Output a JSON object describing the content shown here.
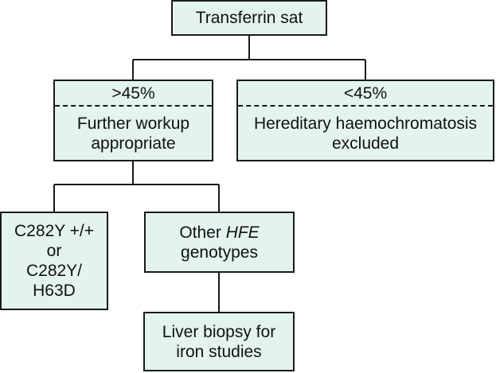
{
  "diagram": {
    "root": {
      "label": "Transferrin sat"
    },
    "branch_high": {
      "threshold": ">45%",
      "text_lines": [
        "Further workup",
        "appropriate"
      ]
    },
    "branch_low": {
      "threshold": "<45%",
      "text_lines": [
        "Hereditary haemochromatosis",
        "excluded"
      ]
    },
    "genotype_c282y": {
      "text_lines": [
        "C282Y +/+",
        "or",
        "C282Y/",
        "H63D"
      ]
    },
    "genotype_other": {
      "line1": "Other",
      "line2_italic": "HFE",
      "line3": "genotypes"
    },
    "liver_biopsy": {
      "text_lines": [
        "Liver biopsy for",
        "iron studies"
      ]
    }
  }
}
